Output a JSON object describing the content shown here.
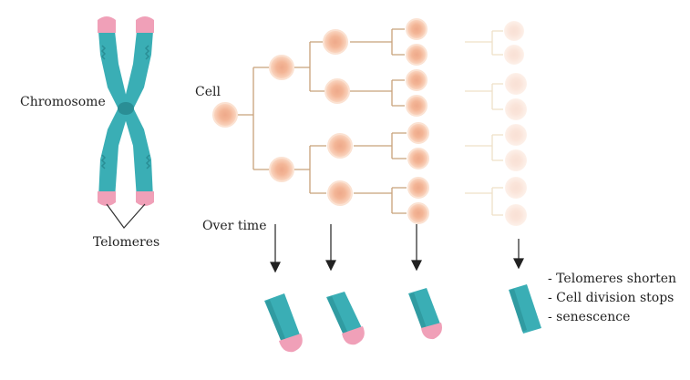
{
  "labels": {
    "chromosome": "Chromosome",
    "telomeres": "Telomeres",
    "cell": "Cell",
    "over_time": "Over time"
  },
  "notes": [
    "- Telomeres shorten",
    "- Cell division stops",
    "- senescence"
  ],
  "colors": {
    "chromatid": "#3aaeb5",
    "chromatid_dark": "#2a8e95",
    "telomere": "#f0a0b8",
    "cell_fill": "#f7c8a8",
    "cell_nucleus": "#eea98a",
    "cell_border": "#fbe2d2",
    "branch_line": "#c8a27a",
    "arrow": "#222222"
  },
  "division_stages": 4
}
